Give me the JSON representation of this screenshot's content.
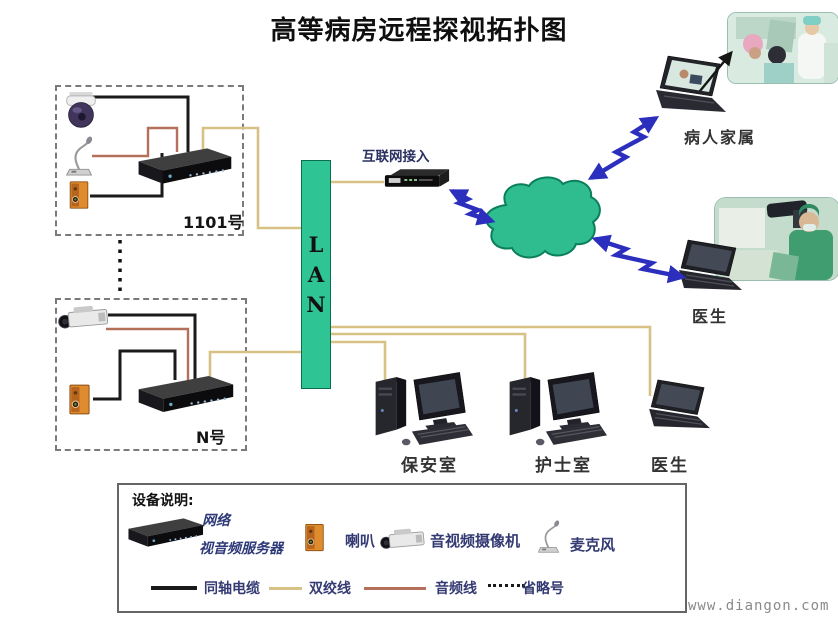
{
  "title": "高等病房远程探视拓扑图",
  "watermark": "www.diangon.com",
  "lan": {
    "letters": [
      "L",
      "A",
      "N"
    ]
  },
  "internet": {
    "access_label": "互联网接入"
  },
  "rooms": [
    {
      "label": "1101号"
    },
    {
      "label": "N号"
    }
  ],
  "remote": {
    "family_label": "病人家属",
    "doctor_label": "医生"
  },
  "stations": [
    {
      "label": "保安室"
    },
    {
      "label": "护士室"
    },
    {
      "label": "医生"
    }
  ],
  "legend": {
    "header": "设备说明:",
    "devices": [
      {
        "icon": "network-av-server-icon",
        "line1": "网络",
        "line2": "视音频服务器"
      },
      {
        "icon": "speaker-icon",
        "label": "喇叭"
      },
      {
        "icon": "av-camera-icon",
        "label": "音视频摄像机"
      },
      {
        "icon": "microphone-icon",
        "label": "麦克风"
      }
    ],
    "lines": [
      {
        "name": "coaxial-cable",
        "label": "同轴电缆",
        "color": "#1a1a1a",
        "style": "solid"
      },
      {
        "name": "twisted-pair",
        "label": "双绞线",
        "color": "#d8c184",
        "style": "solid"
      },
      {
        "name": "audio-cable",
        "label": "音频线",
        "color": "#b4705a",
        "style": "solid"
      },
      {
        "name": "ellipsis",
        "label": "省略号",
        "color": "#1a1a1a",
        "style": "dotted"
      }
    ]
  },
  "colors": {
    "lan_bar": "#2fc493",
    "cloud_fill": "#2fbd8f",
    "cloud_stroke": "#0b7e5c",
    "link_arrow_blue": "#2c2fbe",
    "coaxial_wire": "#1a1a1a",
    "twisted_pair_wire": "#d8c184",
    "audio_wire": "#b4705a"
  }
}
